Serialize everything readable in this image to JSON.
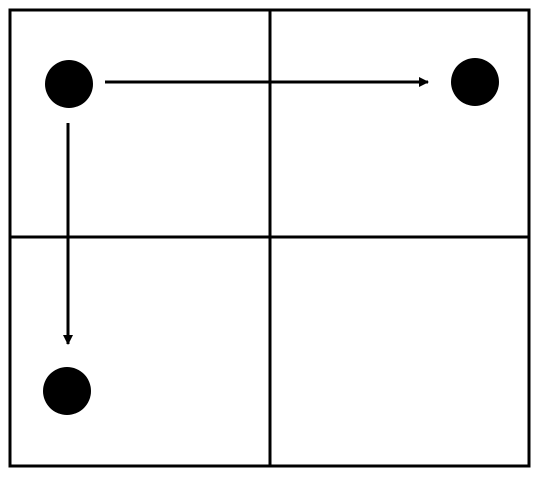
{
  "grid": {
    "rows": 2,
    "columns": 2
  },
  "nodes": [
    {
      "id": "dot-top-left",
      "row": 0,
      "column": 0
    },
    {
      "id": "dot-top-right",
      "row": 0,
      "column": 1
    },
    {
      "id": "dot-bottom-left",
      "row": 1,
      "column": 0
    }
  ],
  "arrows": [
    {
      "id": "arrow-right",
      "from": "dot-top-left",
      "to": "dot-top-right"
    },
    {
      "id": "arrow-down",
      "from": "dot-top-left",
      "to": "dot-bottom-left"
    }
  ],
  "colors": {
    "stroke": "#000000",
    "fill": "#000000",
    "background": "#ffffff"
  }
}
